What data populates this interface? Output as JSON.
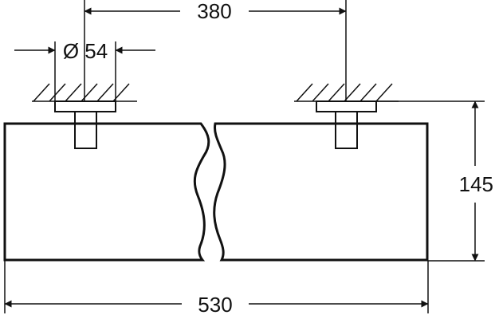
{
  "dimensions": {
    "mount_spacing": "380",
    "mount_diameter": "Ø 54",
    "overall_width": "530",
    "overall_height": "145"
  },
  "colors": {
    "line": "#111111",
    "background": "#ffffff"
  }
}
